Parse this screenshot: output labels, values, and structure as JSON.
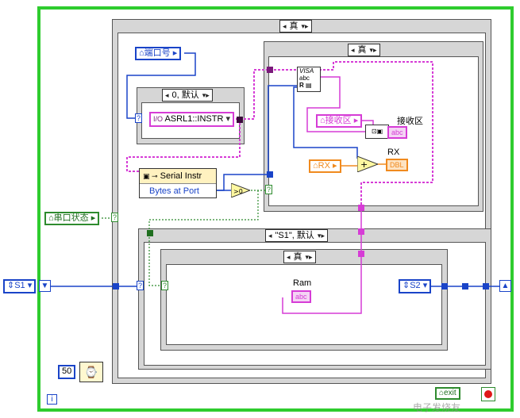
{
  "outer_case": {
    "selector": "真"
  },
  "inner_case_top": {
    "selector": "真"
  },
  "port_case": {
    "selector": "0, 默认"
  },
  "s1_case": {
    "selector": "\"S1\", 默认"
  },
  "innermost_case": {
    "selector": "真"
  },
  "controls": {
    "port_number": "端口号",
    "visa_resource": "ASRL1::INSTR",
    "serial_instr": "Serial Instr",
    "bytes_at_port": "Bytes at Port",
    "serial_status": "串口状态",
    "receive_area_ctrl": "接收区",
    "receive_area_label": "接收区",
    "rx_ctrl": "RX",
    "rx_label": "RX",
    "ram_label": "Ram",
    "s1_shift": "S1",
    "s2_shift": "S2",
    "wait_ms": "50",
    "exit": "exit",
    "loop_index": "i"
  },
  "indicators": {
    "abc": "abc",
    "dbl": "DBL",
    "visa_text": "VISA",
    "visa_sub": "abc"
  },
  "watermark": "电子发烧友",
  "colors": {
    "loop": "#2ecc2e",
    "wire_blue": "#1a44c8",
    "wire_pink": "#d63cd6",
    "wire_orange": "#f08a1e",
    "wire_green": "#2e8b2e"
  }
}
